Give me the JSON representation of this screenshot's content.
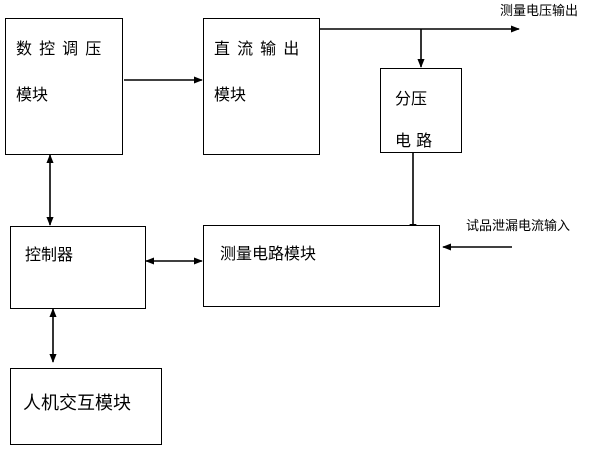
{
  "blocks": {
    "digital_voltage": {
      "line1": "数 控 调 压",
      "line2": "模块"
    },
    "dc_output": {
      "line1": "直 流 输 出",
      "line2": "模块"
    },
    "divider": {
      "line1": "分压",
      "line2": "电    路"
    },
    "controller": {
      "label": "控制器"
    },
    "measure_circuit": {
      "label": "测量电路模块"
    },
    "hmi": {
      "label": "人机交互模块"
    }
  },
  "signals": {
    "output": "测量电压输出",
    "input": "试品泄漏电流输入"
  },
  "colors": {
    "line": "#000000",
    "background": "#ffffff"
  }
}
